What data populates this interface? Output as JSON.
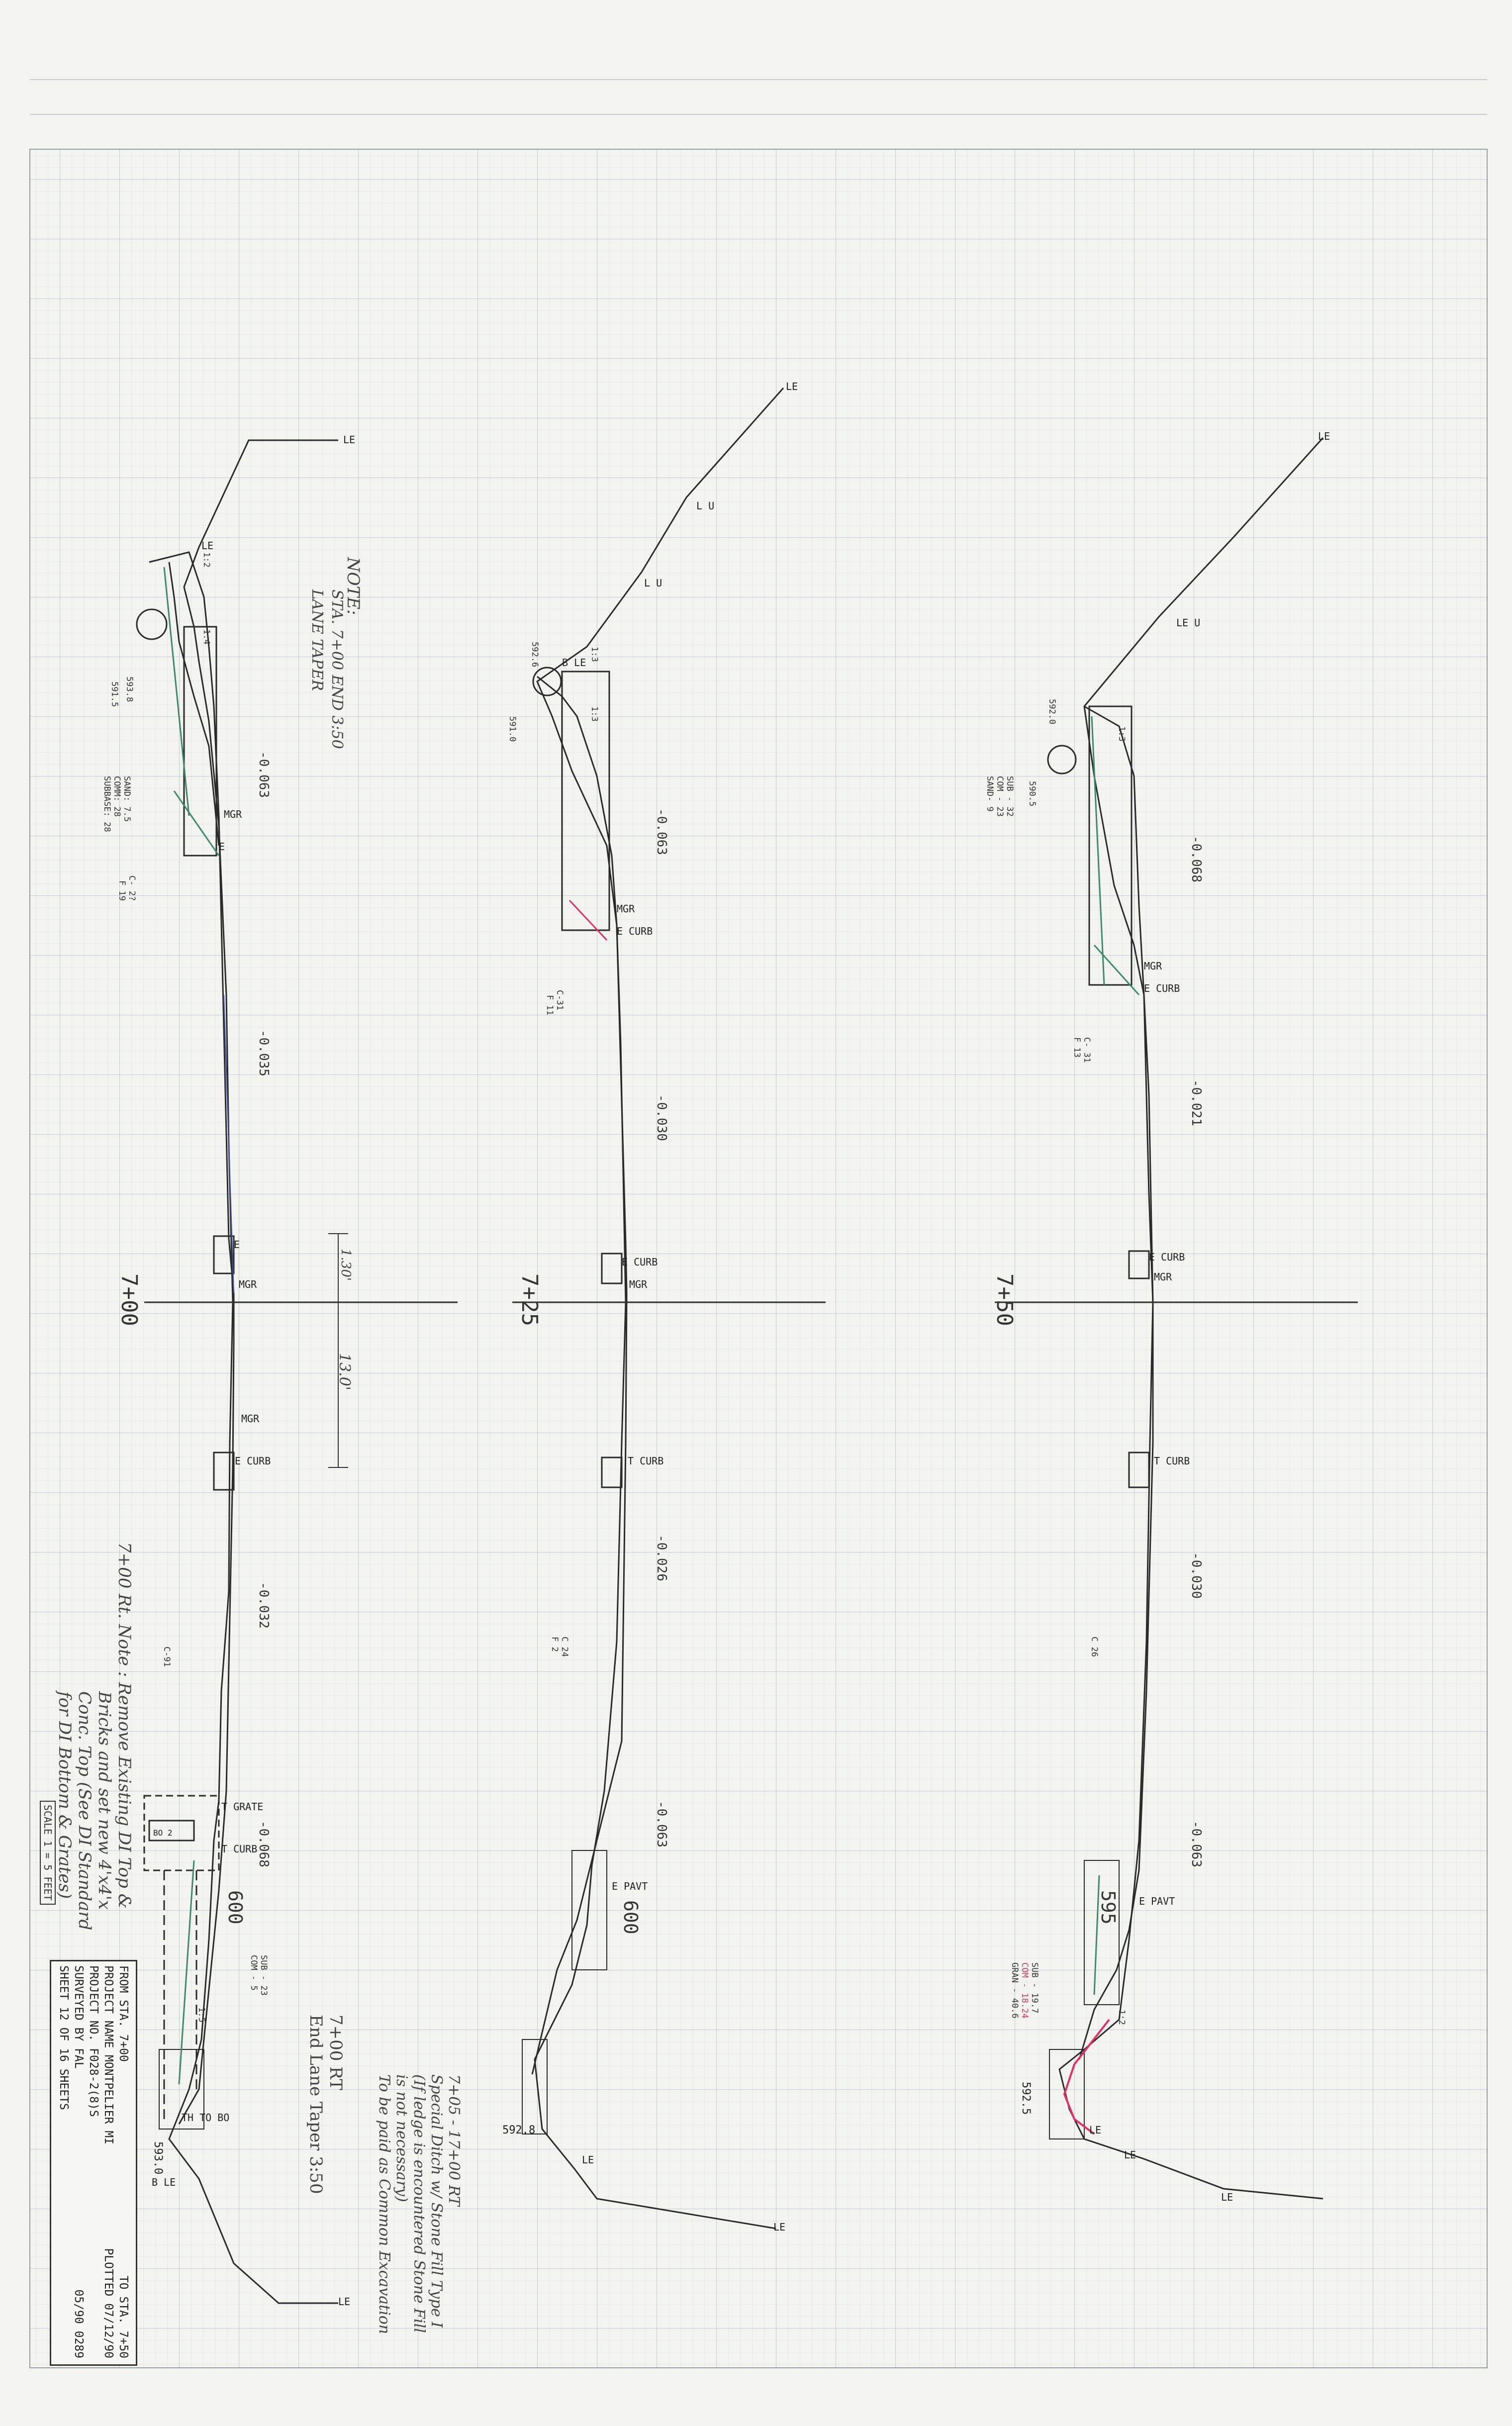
{
  "sections": [
    {
      "station": "7+00",
      "labels": [
        "LE",
        "LE",
        "MGR",
        "E",
        "MGR",
        "MGR",
        "E CURB",
        "T GRATE",
        "T CURB",
        "TH TO BO",
        "B LE",
        "LE"
      ],
      "slopes": [
        "-0.063",
        "-0.035",
        "-0.032",
        "-0.068"
      ],
      "elev_top": "593.8",
      "elev_top2": "591.5",
      "elev_bot": "593.0",
      "contour": "600",
      "cut_fill": [
        "C- 2?",
        "F 19",
        "C-91"
      ],
      "ratio": [
        "1:2",
        "1:4",
        "1:5"
      ],
      "quantities": [
        "SUBBASE: 28",
        "COMM: 28",
        "SAND: 7.5"
      ],
      "sub_com": [
        "SUB - 23",
        "COM - 5"
      ],
      "bo": "BO 2"
    },
    {
      "station": "7+25",
      "labels": [
        "LE",
        "L U",
        "L U",
        "B LE",
        "MGR",
        "E CURB",
        "E CURB",
        "MGR",
        "T CURB",
        "E PAVT",
        "LE",
        "LE"
      ],
      "slopes": [
        "-0.063",
        "-0.030",
        "-0.026",
        "-0.063"
      ],
      "elev_top": "592.6",
      "elev_mid": "591.0",
      "elev_bot": "592.8",
      "contour": "600",
      "cut_fill": [
        "C-31",
        "F 11",
        "C 24",
        "F 2"
      ],
      "ratio": [
        "1:3",
        "1:3"
      ]
    },
    {
      "station": "7+50",
      "labels": [
        "LE",
        "LE U",
        "MGR",
        "E CURB",
        "E CURB",
        "MGR",
        "T CURB",
        "E PAVT",
        "LE",
        "LE",
        "LE"
      ],
      "slopes": [
        "-0.068",
        "-0.021",
        "-0.030",
        "-0.063"
      ],
      "elev_top": "592.0",
      "elev_mid": "590.5",
      "elev_bot": "592.5",
      "contour": "595",
      "cut_fill": [
        "C- 31",
        "F 13",
        "C 26"
      ],
      "ratio": [
        "1:3",
        "1:2"
      ],
      "quantities": [
        "SUB - 32",
        "COM - 23",
        "SAND- 9"
      ],
      "sub_com": [
        "SUB - 19.7",
        "COM - 18.24",
        "GRAN - 40.6"
      ]
    }
  ],
  "notes": {
    "note1_title": "NOTE:",
    "note1_line1": "STA. 7+00 END 3:50",
    "note1_line2": "LANE TAPER",
    "dim_a": "1.30'",
    "dim_b": "13.0'",
    "note2_line1": "7+00 Rt.  Note : Remove Existing DI Top &",
    "note2_line2": "Bricks and set new 4'x4'x",
    "note2_line3": "Conc. Top (See DI Standard",
    "note2_line4": "for DI Bottom & Grates)",
    "note3_line1": "7+05 - 17+00 RT",
    "note3_line2": "Special Ditch w/ Stone Fill Type I",
    "note3_line3": "(If ledge is encountered Stone Fill",
    "note3_line4": "is not necessary)",
    "note3_line5": "To be paid as Common Excavation",
    "note4_line1": "7+00 RT",
    "note4_line2": "End Lane Taper 3:50"
  },
  "title_block": {
    "scale": "SCALE 1 = 5 FEET",
    "from_sta": "FROM STA.   7+00",
    "to_sta": "TO STA.   7+50",
    "project_name": "PROJECT NAME   MONTPELIER MI",
    "plotted": "PLOTTED 07/12/90",
    "project_no": "PROJECT NO.   F028-2(8)S",
    "surveyed": "SURVEYED BY  FAL",
    "survey_date": "05/90 0289",
    "sheet": "SHEET 12 OF 16 SHEETS"
  },
  "colors": {
    "line": "#2a2a2a",
    "green": "#3c8a6a",
    "red": "#e0306a",
    "blue": "#4050a8",
    "grid": "#cfd3d6"
  }
}
